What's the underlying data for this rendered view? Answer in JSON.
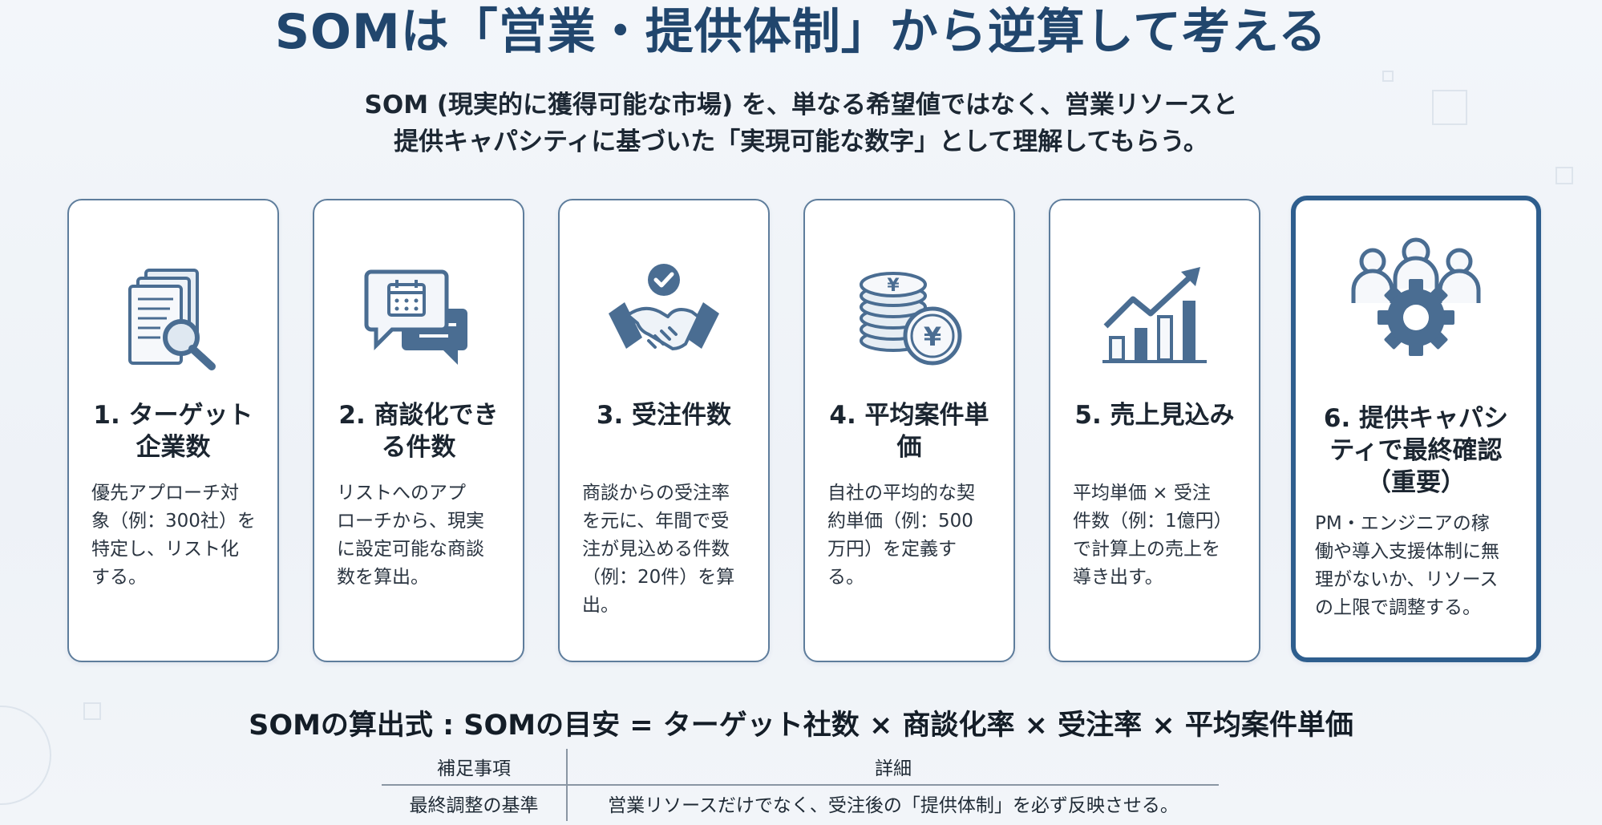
{
  "title": "SOMは「営業・提供体制」から逆算して考える",
  "subtitle": {
    "line1": "SOM (現実的に獲得可能な市場) を、単なる希望値ではなく、営業リソースと",
    "line2": "提供キャパシティに基づいた「実現可能な数字」として理解してもらう。"
  },
  "colors": {
    "accent": "#21466d",
    "icon": "#4a6d92",
    "border": "#5e7d9c"
  },
  "cards": [
    {
      "icon": "document-search-icon",
      "title_line1": "1. ターゲット",
      "title_line2": "企業数",
      "body": [
        "優先アプローチ対",
        "象（例：300社）を",
        "特定し、リスト化",
        "する。"
      ]
    },
    {
      "icon": "chat-calendar-icon",
      "title_line1": "2. 商談化でき",
      "title_line2": "る件数",
      "body": [
        "リストへのアプ",
        "ローチから、現実",
        "に設定可能な商談",
        "数を算出。"
      ]
    },
    {
      "icon": "handshake-icon",
      "title_line1": "3. 受注件数",
      "title_line2": "",
      "body": [
        "商談からの受注率",
        "を元に、年間で受",
        "注が見込める件数",
        "（例：20件）を算",
        "出。"
      ]
    },
    {
      "icon": "yen-coins-icon",
      "title_line1": "4. 平均案件単",
      "title_line2": "価",
      "body": [
        "自社の平均的な契",
        "約単価（例：500",
        "万円）を定義す",
        "る。"
      ]
    },
    {
      "icon": "growth-chart-icon",
      "title_line1": "5. 売上見込み",
      "title_line2": "",
      "body": [
        "平均単価 × 受注",
        "件数（例：1億円）",
        "で計算上の売上を",
        "導き出す。"
      ]
    },
    {
      "icon": "team-gear-icon",
      "title_line1": "6. 提供キャパシ",
      "title_line2": "ティで最終確認",
      "title_line3": "（重要）",
      "body": [
        "PM・エンジニアの稼",
        "働や導入支援体制に無",
        "理がないか、リソース",
        "の上限で調整する。"
      ]
    }
  ],
  "formula": "SOMの算出式 : SOMの目安 = ターゲット社数 × 商談化率 × 受注率 × 平均案件単価",
  "table": {
    "headers": [
      "補足事項",
      "詳細"
    ],
    "rows": [
      [
        "最終調整の基準",
        "営業リソースだけでなく、受注後の「提供体制」を必ず反映させる。"
      ]
    ]
  }
}
